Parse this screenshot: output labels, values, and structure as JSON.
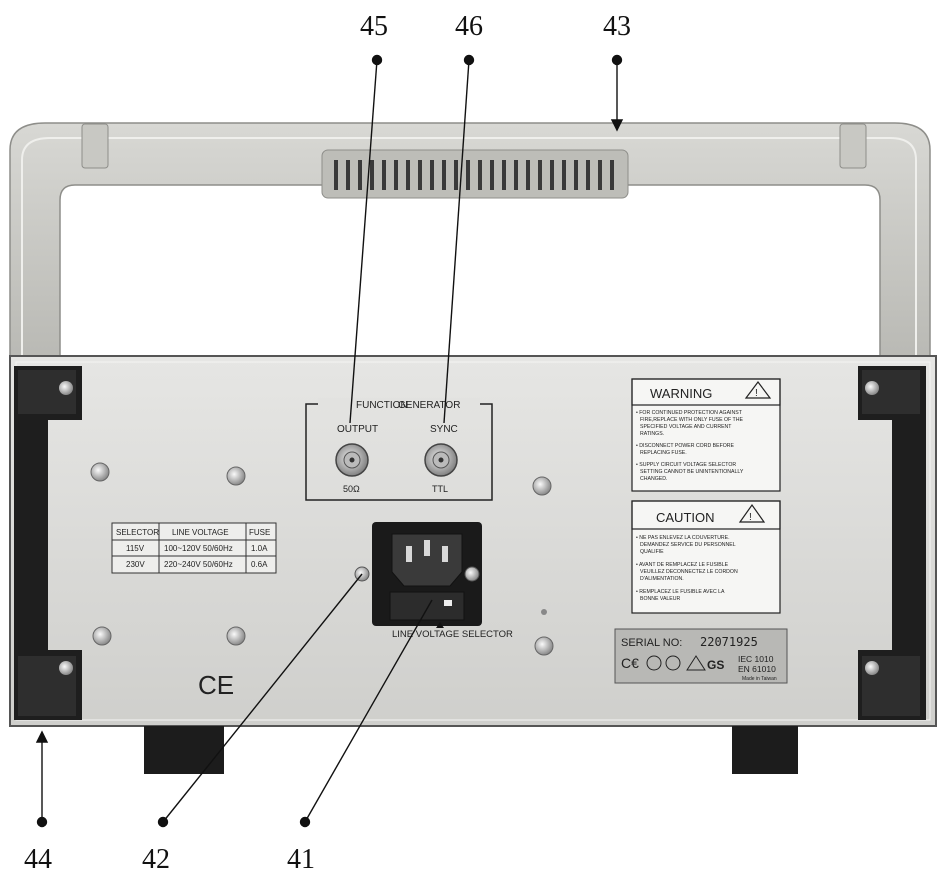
{
  "callouts": [
    {
      "id": "45",
      "label": "45"
    },
    {
      "id": "46",
      "label": "46"
    },
    {
      "id": "43",
      "label": "43"
    },
    {
      "id": "44",
      "label": "44"
    },
    {
      "id": "42",
      "label": "42"
    },
    {
      "id": "41",
      "label": "41"
    }
  ],
  "function_generator": {
    "title_left": "FUNCTION",
    "title_right": "GENERATOR",
    "output_label": "OUTPUT",
    "output_impedance": "50Ω",
    "sync_label": "SYNC",
    "sync_type": "TTL"
  },
  "selector_table": {
    "headers": [
      "SELECTOR",
      "LINE VOLTAGE",
      "FUSE"
    ],
    "rows": [
      [
        "115V",
        "100~120V 50/60Hz",
        "1.0A"
      ],
      [
        "230V",
        "220~240V 50/60Hz",
        "0.6A"
      ]
    ]
  },
  "line_voltage_selector": "LINE VOLTAGE SELECTOR",
  "warning": {
    "title": "WARNING",
    "lines": [
      "• FOR CONTINUED PROTECTION AGAINST",
      "FIRE,REPLACE WITH ONLY FUSE OF THE",
      "SPECIFIED VOLTAGE AND CURRENT",
      "RATINGS.",
      "• DISCONNECT POWER CORD BEFORE",
      "REPLACING FUSE.",
      "• SUPPLY CIRCUIT VOLTAGE SELECTOR",
      "SETTING CANNOT BE UNINTENTIONALLY",
      "CHANGED."
    ]
  },
  "caution": {
    "title": "CAUTION",
    "lines": [
      "• NE PAS ENLEVEZ LA COUVERTURE.",
      "DEMANDEZ SERVICE DU PERSONNEL",
      "QUALIFIE",
      "• AVANT DE REMPLACEZ LE FUSIBLE",
      "VEUILLEZ DECONNECTEZ LE CORDON",
      "D'ALIMENTATION.",
      "• REMPLACEZ LE FUSIBLE AVEC LA",
      "BONNE VALEUR"
    ]
  },
  "serial_plate": {
    "serial_label": "SERIAL  NO:",
    "serial_number": "22071925",
    "iec": "IEC  1010",
    "en": "EN  61010",
    "made_in": "Made in Taiwan"
  },
  "ce_mark": "CE"
}
